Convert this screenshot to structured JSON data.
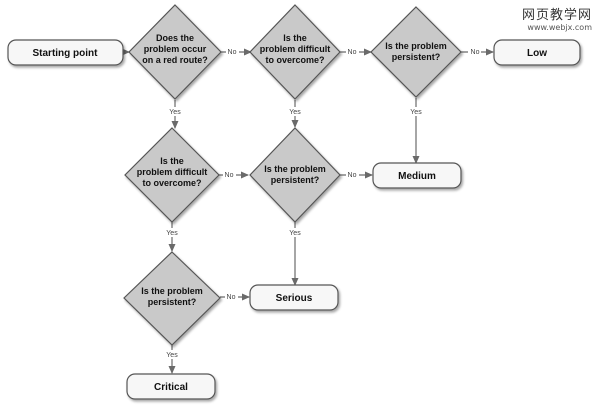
{
  "watermark": {
    "title": "网页教学网",
    "url": "www.webjx.com"
  },
  "nodes": {
    "start": {
      "label": "Starting point"
    },
    "q_red_route": {
      "lines": [
        "Does the",
        "problem occur",
        "on a red route?"
      ]
    },
    "q_difficult_1": {
      "lines": [
        "Is the",
        "problem difficult",
        "to overcome?"
      ]
    },
    "q_persistent_1": {
      "lines": [
        "Is the problem",
        "persistent?"
      ]
    },
    "low": {
      "label": "Low"
    },
    "q_difficult_2": {
      "lines": [
        "Is the",
        "problem difficult",
        "to overcome?"
      ]
    },
    "q_persistent_2": {
      "lines": [
        "Is the problem",
        "persistent?"
      ]
    },
    "medium": {
      "label": "Medium"
    },
    "q_persistent_3": {
      "lines": [
        "Is the problem",
        "persistent?"
      ]
    },
    "serious": {
      "label": "Serious"
    },
    "critical": {
      "label": "Critical"
    }
  },
  "edge_labels": {
    "no": "No",
    "yes": "Yes"
  },
  "colors": {
    "diamond_fill": "#c9c9c9",
    "stroke": "#555555",
    "box_fill": "#f7f7f7",
    "arrow": "#6a6a6a"
  }
}
